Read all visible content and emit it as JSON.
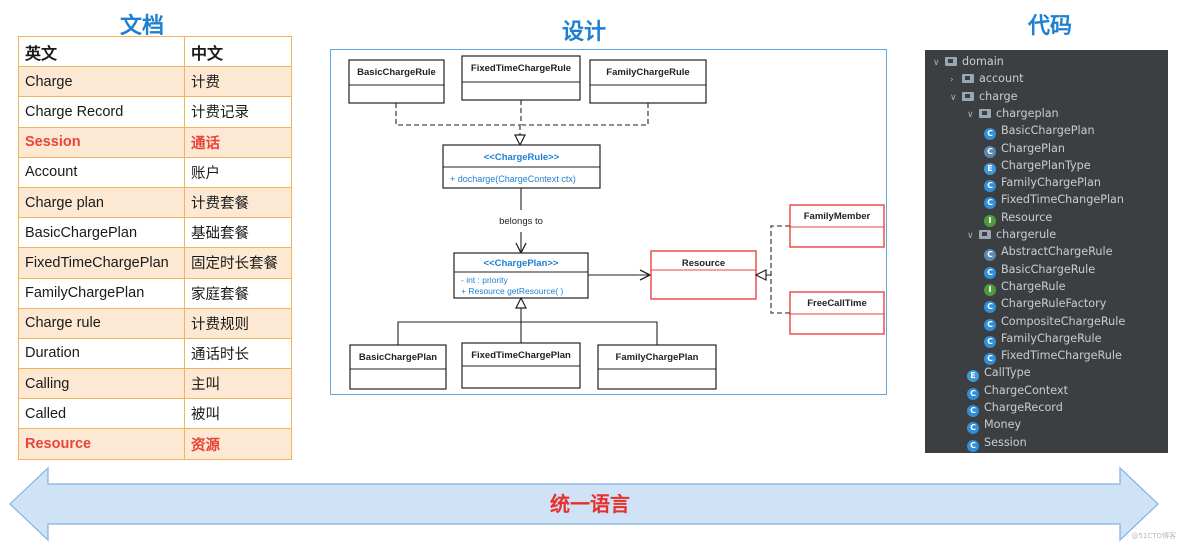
{
  "titles": {
    "doc": "文档",
    "design": "设计",
    "code": "代码"
  },
  "glossary": {
    "header": {
      "en": "英文",
      "zh": "中文"
    },
    "rows": [
      {
        "en": "Charge",
        "zh": "计费",
        "highlight": false
      },
      {
        "en": "Charge Record",
        "zh": "计费记录",
        "highlight": false
      },
      {
        "en": "Session",
        "zh": "通话",
        "highlight": true
      },
      {
        "en": "Account",
        "zh": "账户",
        "highlight": false
      },
      {
        "en": "Charge plan",
        "zh": "计费套餐",
        "highlight": false
      },
      {
        "en": "BasicChargePlan",
        "zh": "基础套餐",
        "highlight": false
      },
      {
        "en": "FixedTimeChargePlan",
        "zh": "固定时长套餐",
        "highlight": false
      },
      {
        "en": "FamilyChargePlan",
        "zh": "家庭套餐",
        "highlight": false
      },
      {
        "en": "Charge rule",
        "zh": "计费规则",
        "highlight": false
      },
      {
        "en": "Duration",
        "zh": "通话时长",
        "highlight": false
      },
      {
        "en": "Calling",
        "zh": "主叫",
        "highlight": false
      },
      {
        "en": "Called",
        "zh": "被叫",
        "highlight": false
      },
      {
        "en": "Resource",
        "zh": "资源",
        "highlight": true
      }
    ]
  },
  "uml": {
    "rule_impls": [
      "BasicChargeRule",
      "FixedTimeChargeRule",
      "FamilyChargeRule"
    ],
    "charge_rule": {
      "stereotype": "<<ChargeRule>>",
      "members": [
        "+ docharge(ChargeContext ctx)"
      ]
    },
    "relation_label": "belongs to",
    "charge_plan": {
      "stereotype": "<<ChargePlan>>",
      "members": [
        "-  int : priority",
        "+ Resource getResource( )"
      ]
    },
    "resource": "Resource",
    "resource_impls": [
      "FamilyMember",
      "FreeCallTime"
    ],
    "plan_impls": [
      "BasicChargePlan",
      "FixedTimeChargePlan",
      "FamilyChargePlan"
    ],
    "colors": {
      "interface_text": "#1f7fd0",
      "highlight_border": "#e8453c",
      "box_border": "#222222"
    }
  },
  "tree": [
    {
      "label": "domain",
      "depth": 0,
      "kind": "folder",
      "arrow": "open"
    },
    {
      "label": "account",
      "depth": 1,
      "kind": "folder",
      "arrow": "closed"
    },
    {
      "label": "charge",
      "depth": 1,
      "kind": "folder",
      "arrow": "open"
    },
    {
      "label": "chargeplan",
      "depth": 2,
      "kind": "folder",
      "arrow": "open"
    },
    {
      "label": "BasicChargePlan",
      "depth": 3,
      "kind": "class"
    },
    {
      "label": "ChargePlan",
      "depth": 3,
      "kind": "abstract"
    },
    {
      "label": "ChargePlanType",
      "depth": 3,
      "kind": "enum"
    },
    {
      "label": "FamilyChargePlan",
      "depth": 3,
      "kind": "class"
    },
    {
      "label": "FixedTimeChangePlan",
      "depth": 3,
      "kind": "class"
    },
    {
      "label": "Resource",
      "depth": 3,
      "kind": "interface"
    },
    {
      "label": "chargerule",
      "depth": 2,
      "kind": "folder",
      "arrow": "open"
    },
    {
      "label": "AbstractChargeRule",
      "depth": 3,
      "kind": "abstract"
    },
    {
      "label": "BasicChargeRule",
      "depth": 3,
      "kind": "class"
    },
    {
      "label": "ChargeRule",
      "depth": 3,
      "kind": "interface"
    },
    {
      "label": "ChargeRuleFactory",
      "depth": 3,
      "kind": "class"
    },
    {
      "label": "CompositeChargeRule",
      "depth": 3,
      "kind": "class"
    },
    {
      "label": "FamilyChargeRule",
      "depth": 3,
      "kind": "class"
    },
    {
      "label": "FixedTimeChargeRule",
      "depth": 3,
      "kind": "class"
    },
    {
      "label": "CallType",
      "depth": 2,
      "kind": "enum"
    },
    {
      "label": "ChargeContext",
      "depth": 2,
      "kind": "class"
    },
    {
      "label": "ChargeRecord",
      "depth": 2,
      "kind": "class"
    },
    {
      "label": "Money",
      "depth": 2,
      "kind": "class"
    },
    {
      "label": "Session",
      "depth": 2,
      "kind": "class"
    }
  ],
  "icon_colors": {
    "class": "#2f8fd8",
    "abstract": "#5a86b0",
    "enum": "#3d9ad6",
    "interface": "#4f9a3c"
  },
  "banner": {
    "label": "统一语言",
    "fill": "#cfe2f6",
    "stroke": "#7fb2e3"
  },
  "watermark": "@51CTO博客"
}
